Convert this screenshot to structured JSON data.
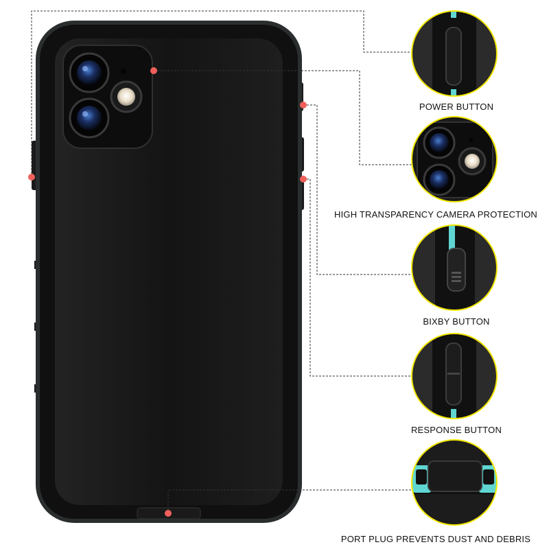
{
  "colors": {
    "background": "#ffffff",
    "case_body": "#151515",
    "case_rim": "#2a2a2a",
    "accent_teal": "#5fd6d2",
    "callout_ring": "#f2e600",
    "marker_red": "#f0605a",
    "leader_line": "#333333"
  },
  "features": [
    {
      "label": "POWER BUTTON",
      "icon": "power-button-closeup"
    },
    {
      "label": "HIGH TRANSPARENCY CAMERA PROTECTION",
      "icon": "camera-closeup"
    },
    {
      "label": "BIXBY BUTTON",
      "icon": "bixby-button-closeup"
    },
    {
      "label": "RESPONSE BUTTON",
      "icon": "response-button-closeup"
    },
    {
      "label": "PORT PLUG PREVENTS DUST AND DEBRIS",
      "icon": "port-plug-closeup"
    }
  ]
}
